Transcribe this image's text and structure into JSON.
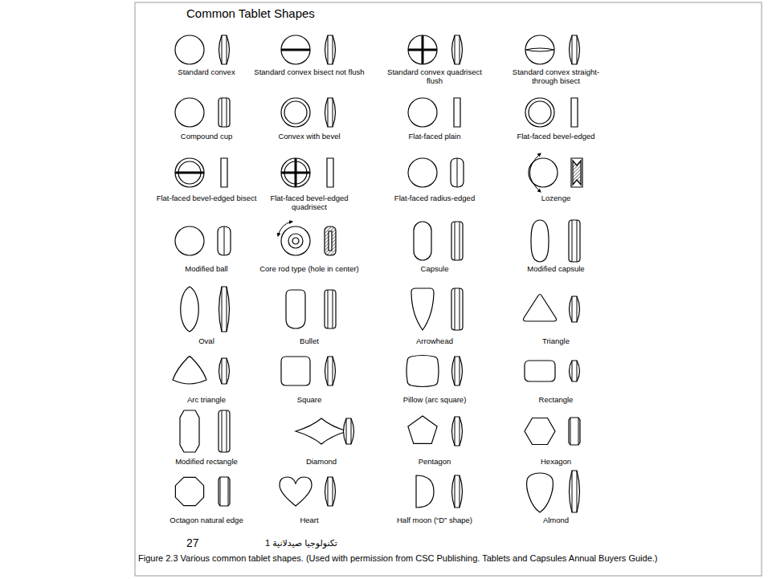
{
  "diagram": {
    "title": "Common Tablet Shapes",
    "caption": "Figure 2.3 Various common tablet shapes. (Used with permission from CSC Publishing. Tablets and Capsules Annual Buyers Guide.)",
    "labels": [
      "Standard convex",
      "Standard convex bisect not flush",
      "Standard convex quadrisect flush",
      "Standard convex straight-through bisect",
      "Compound cup",
      "Convex with bevel",
      "Flat-faced plain",
      "Flat-faced bevel-edged",
      "Flat-faced bevel-edged bisect",
      "Flat-faced bevel-edged quadrisect",
      "Flat-faced radius-edged",
      "Lozenge",
      "Modified ball",
      "Core rod type (hole in center)",
      "Capsule",
      "Modified capsule",
      "Oval",
      "Bullet",
      "Arrowhead",
      "Triangle",
      "Arc triangle",
      "Square",
      "Pillow (arc square)",
      "Rectangle",
      "Modified rectangle",
      "Diamond",
      "Pentagon",
      "Hexagon",
      "Octagon natural edge",
      "Heart",
      "Half moon (“D” shape)",
      "Almond",
      "27",
      "تكنولوجيا صيدلانية 1"
    ]
  }
}
